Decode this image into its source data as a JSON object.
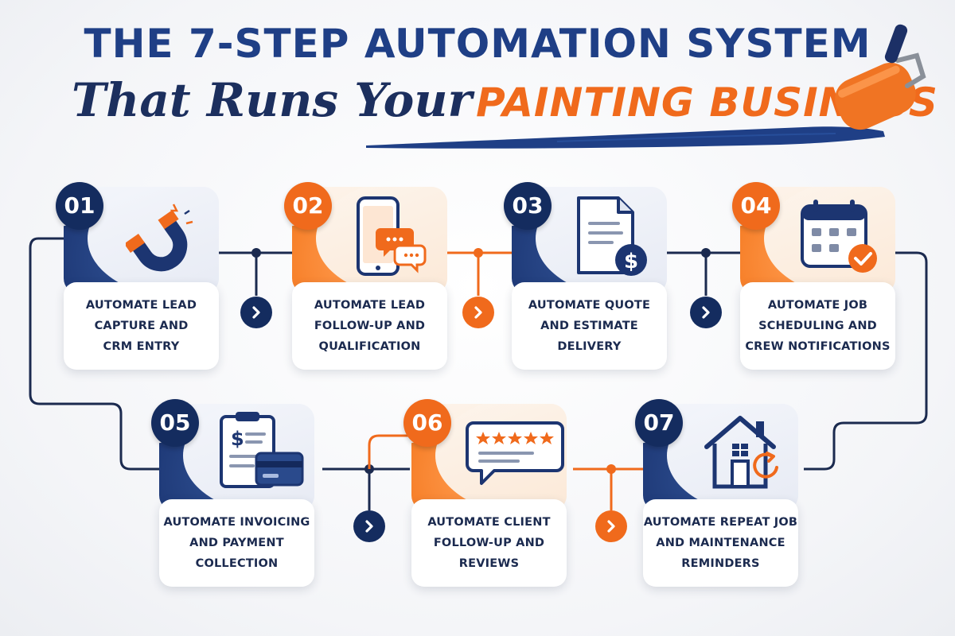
{
  "title": {
    "line1": "THE 7-STEP AUTOMATION SYSTEM",
    "line2_script": "That Runs Your",
    "line2_accent": "PAINTING BUSINESS"
  },
  "colors": {
    "navy": "#142c5f",
    "orange": "#f06a1c",
    "text": "#1b2a4f"
  },
  "steps": [
    {
      "number": "01",
      "lines": [
        "AUTOMATE LEAD",
        "CAPTURE AND",
        "CRM ENTRY"
      ],
      "icon": "magnet-icon",
      "theme": "blue"
    },
    {
      "number": "02",
      "lines": [
        "AUTOMATE LEAD",
        "FOLLOW-UP AND",
        "QUALIFICATION"
      ],
      "icon": "phone-chat-icon",
      "theme": "orange"
    },
    {
      "number": "03",
      "lines": [
        "AUTOMATE QUOTE",
        "AND ESTIMATE",
        "DELIVERY"
      ],
      "icon": "document-dollar-icon",
      "theme": "blue"
    },
    {
      "number": "04",
      "lines": [
        "AUTOMATE JOB",
        "SCHEDULING AND",
        "CREW NOTIFICATIONS"
      ],
      "icon": "calendar-check-icon",
      "theme": "orange"
    },
    {
      "number": "05",
      "lines": [
        "AUTOMATE INVOICING",
        "AND PAYMENT",
        "COLLECTION"
      ],
      "icon": "invoice-card-icon",
      "theme": "blue"
    },
    {
      "number": "06",
      "lines": [
        "AUTOMATE CLIENT",
        "FOLLOW-UP AND",
        "REVIEWS"
      ],
      "icon": "review-stars-icon",
      "theme": "orange"
    },
    {
      "number": "07",
      "lines": [
        "AUTOMATE REPEAT JOB",
        "AND MAINTENANCE",
        "REMINDERS"
      ],
      "icon": "house-repeat-icon",
      "theme": "blue"
    }
  ]
}
